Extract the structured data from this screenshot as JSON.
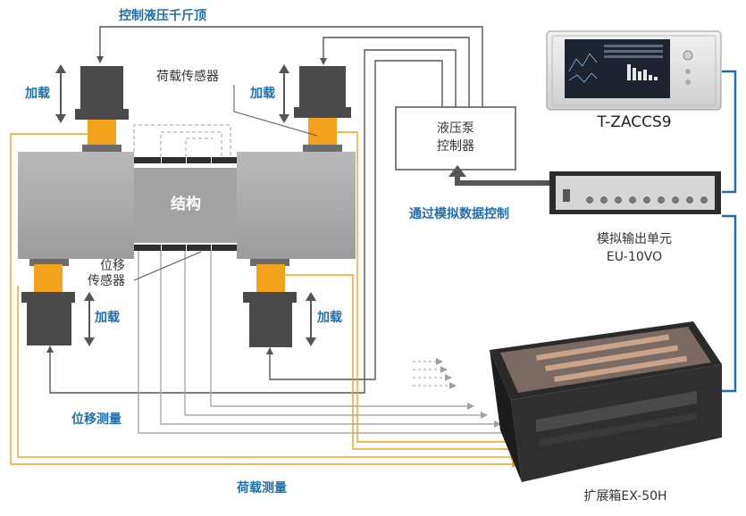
{
  "labels": {
    "jack_control": "控制液压千斤顶",
    "load_tl": "加载",
    "load_tr": "加载",
    "load_bl": "加载",
    "load_br": "加载",
    "load_sensor": "荷载传感器",
    "structure": "结构",
    "disp_sensor_1": "位移",
    "disp_sensor_2": "传感器",
    "pump_1": "液压泵",
    "pump_2": "控制器",
    "analog_control": "通过模拟数据控制",
    "controller_name": "T-ZACCS9",
    "output_unit_1": "模拟输出单元",
    "output_unit_2": "EU-10VO",
    "disp_measure": "位移测量",
    "load_measure": "荷载测量",
    "expansion_box": "扩展箱EX-50H"
  },
  "colors": {
    "accent_blue": "#1f6fb0",
    "load_line": "#f2a21b",
    "signal_line": "#a9a9a9",
    "control_line": "#555555",
    "block_gray": "#a7a7a7",
    "jack_dark": "#4a4a4a"
  }
}
